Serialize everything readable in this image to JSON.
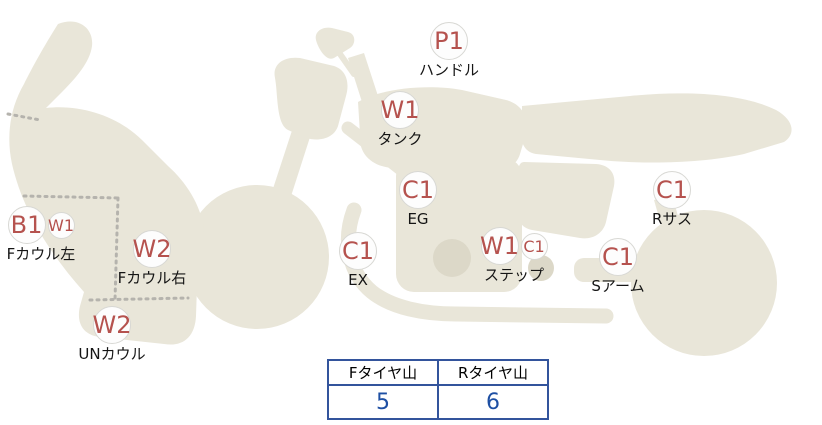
{
  "colors": {
    "code_text": "#b5524e",
    "silhouette_fill": "#e9e6d9",
    "table_border": "#33549c",
    "table_value_text": "#1e4fa3"
  },
  "diagram": {
    "labels": [
      {
        "code": "P1",
        "part": "ハンドル"
      },
      {
        "code": "W1",
        "part": "タンク"
      },
      {
        "code": "C1",
        "part": "EG"
      },
      {
        "code": "C1",
        "part": "EX"
      },
      {
        "code": "W1",
        "code2": "C1",
        "part": "ステップ"
      },
      {
        "code": "C1",
        "part": "Rサス"
      },
      {
        "code": "C1",
        "part": "Sアーム"
      },
      {
        "code": "B1",
        "code2": "W1",
        "part": "Fカウル左"
      },
      {
        "code": "W2",
        "part": "Fカウル右"
      },
      {
        "code": "W2",
        "part": "UNカウル"
      }
    ]
  },
  "tire_table": {
    "headers": [
      "Fタイヤ山",
      "Rタイヤ山"
    ],
    "values": [
      "5",
      "6"
    ]
  }
}
